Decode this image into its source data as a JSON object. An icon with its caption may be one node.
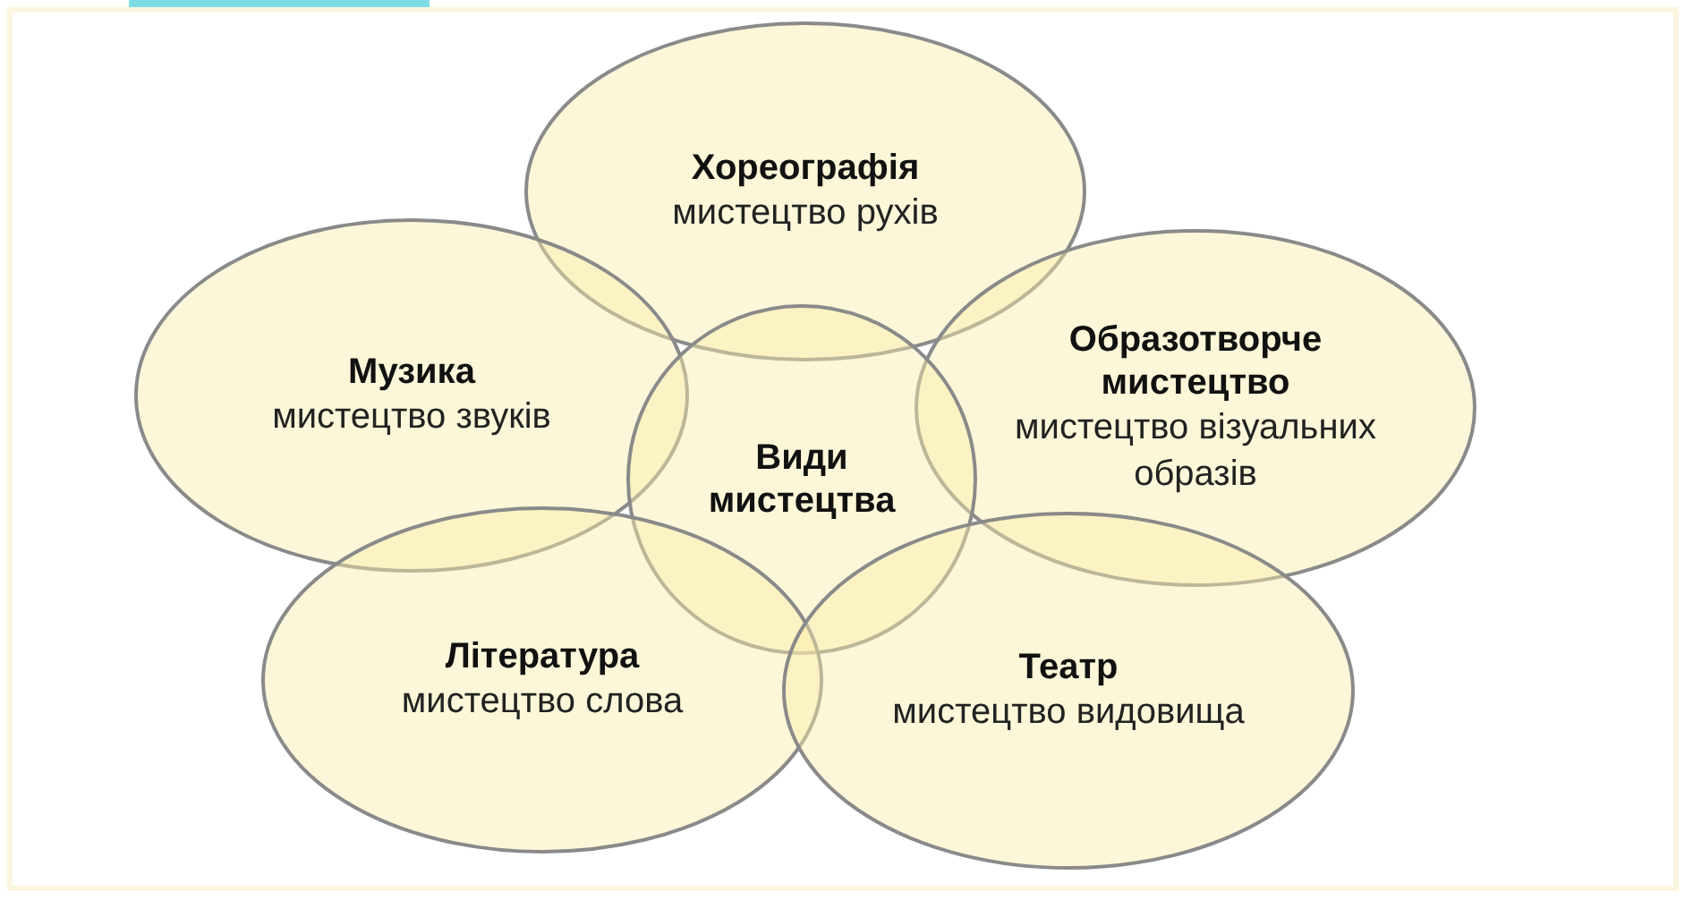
{
  "diagram": {
    "nodes": [
      {
        "text": [
          "Хореографія",
          "мистецтво рухів"
        ]
      },
      {
        "text": [
          "Музика",
          "мистецтво звуків"
        ]
      },
      {
        "text": [
          "Образотворче мистецтво",
          "мистецтво візуальних образів"
        ]
      },
      {
        "text": [
          "Види мистецтва"
        ]
      },
      {
        "text": [
          "Література",
          "мистецтво слова"
        ]
      },
      {
        "text": [
          "Театр",
          "мистецтво видовища"
        ]
      }
    ]
  }
}
